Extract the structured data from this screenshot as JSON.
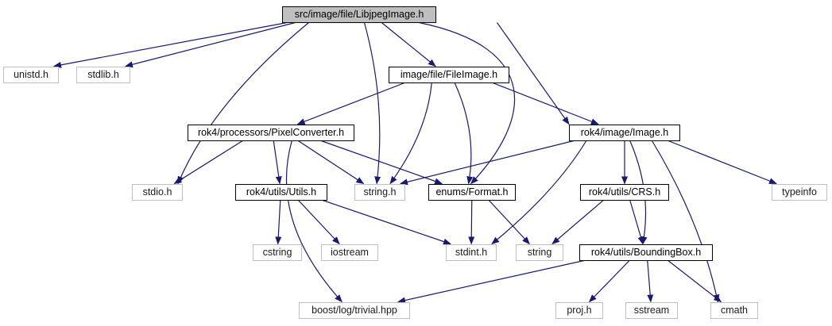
{
  "nodes": [
    {
      "id": "libjpeg",
      "label": "src/image/file/LibjpegImage.h",
      "kind": "root"
    },
    {
      "id": "unistd",
      "label": "unistd.h",
      "kind": "external"
    },
    {
      "id": "stdlib",
      "label": "stdlib.h",
      "kind": "external"
    },
    {
      "id": "fileimage",
      "label": "image/file/FileImage.h",
      "kind": "project"
    },
    {
      "id": "pixelconv",
      "label": "rok4/processors/PixelConverter.h",
      "kind": "project"
    },
    {
      "id": "image",
      "label": "rok4/image/Image.h",
      "kind": "project"
    },
    {
      "id": "stdio",
      "label": "stdio.h",
      "kind": "external"
    },
    {
      "id": "utils",
      "label": "rok4/utils/Utils.h",
      "kind": "project"
    },
    {
      "id": "stringh",
      "label": "string.h",
      "kind": "external"
    },
    {
      "id": "format",
      "label": "enums/Format.h",
      "kind": "project"
    },
    {
      "id": "crs",
      "label": "rok4/utils/CRS.h",
      "kind": "project"
    },
    {
      "id": "typeinfo",
      "label": "typeinfo",
      "kind": "external"
    },
    {
      "id": "cstring",
      "label": "cstring",
      "kind": "external"
    },
    {
      "id": "iostream",
      "label": "iostream",
      "kind": "external"
    },
    {
      "id": "stdint",
      "label": "stdint.h",
      "kind": "external"
    },
    {
      "id": "string",
      "label": "string",
      "kind": "external"
    },
    {
      "id": "bbox",
      "label": "rok4/utils/BoundingBox.h",
      "kind": "project"
    },
    {
      "id": "boostlog",
      "label": "boost/log/trivial.hpp",
      "kind": "external"
    },
    {
      "id": "proj",
      "label": "proj.h",
      "kind": "external"
    },
    {
      "id": "sstream",
      "label": "sstream",
      "kind": "external"
    },
    {
      "id": "cmath",
      "label": "cmath",
      "kind": "external"
    }
  ],
  "edges": [
    [
      "libjpeg",
      "unistd"
    ],
    [
      "libjpeg",
      "stdlib"
    ],
    [
      "libjpeg",
      "stdio"
    ],
    [
      "libjpeg",
      "stringh"
    ],
    [
      "libjpeg",
      "fileimage"
    ],
    [
      "libjpeg",
      "format"
    ],
    [
      "libjpeg",
      "image"
    ],
    [
      "fileimage",
      "pixelconv"
    ],
    [
      "fileimage",
      "stringh"
    ],
    [
      "fileimage",
      "format"
    ],
    [
      "fileimage",
      "image"
    ],
    [
      "pixelconv",
      "stdio"
    ],
    [
      "pixelconv",
      "utils"
    ],
    [
      "pixelconv",
      "stringh"
    ],
    [
      "pixelconv",
      "format"
    ],
    [
      "pixelconv",
      "boostlog"
    ],
    [
      "image",
      "stringh"
    ],
    [
      "image",
      "stdint"
    ],
    [
      "image",
      "crs"
    ],
    [
      "image",
      "bbox"
    ],
    [
      "image",
      "typeinfo"
    ],
    [
      "image",
      "cmath"
    ],
    [
      "utils",
      "cstring"
    ],
    [
      "utils",
      "iostream"
    ],
    [
      "utils",
      "stdint"
    ],
    [
      "format",
      "stdint"
    ],
    [
      "format",
      "string"
    ],
    [
      "crs",
      "string"
    ],
    [
      "crs",
      "bbox"
    ],
    [
      "bbox",
      "boostlog"
    ],
    [
      "bbox",
      "proj"
    ],
    [
      "bbox",
      "sstream"
    ],
    [
      "bbox",
      "cmath"
    ]
  ],
  "colors": {
    "edge": "#191970",
    "project_border": "#000000",
    "external_border": "#bfbfbf",
    "root_fill": "#bfbfbf"
  }
}
